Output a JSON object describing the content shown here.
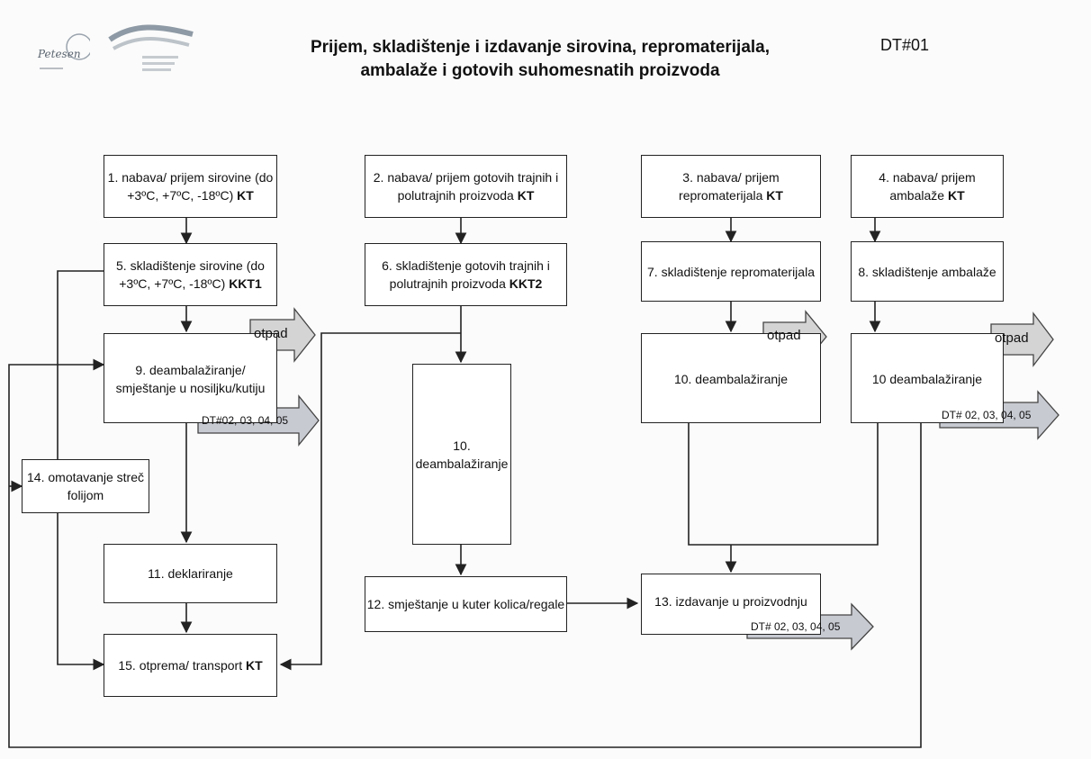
{
  "header": {
    "title_line1": "Prijem, skladištenje i izdavanje sirovina, repromaterijala,",
    "title_line2": "ambalaže i gotovih suhomesnatih proizvoda",
    "doc_id": "DT#01",
    "logo_text": "Petesen"
  },
  "boxes": {
    "b1": {
      "text": "1. nabava/ prijem sirovine (do +3ºC, +7ºC, -18ºC)",
      "tag": "KT"
    },
    "b2": {
      "text": "2. nabava/ prijem gotovih trajnih i polutrajnih proizvoda",
      "tag": "KT"
    },
    "b3": {
      "text": "3. nabava/ prijem repromaterijala",
      "tag": "KT"
    },
    "b4": {
      "text": "4. nabava/ prijem ambalaže",
      "tag": "KT"
    },
    "b5": {
      "text": "5. skladištenje sirovine (do +3ºC, +7ºC, -18ºC)",
      "tag": "KKT1"
    },
    "b6": {
      "text": "6. skladištenje gotovih trajnih i polutrajnih proizvoda",
      "tag": "KKT2"
    },
    "b7": {
      "text": "7. skladištenje repromaterijala"
    },
    "b8": {
      "text": "8. skladištenje ambalaže"
    },
    "b9": {
      "text": "9. deambalažiranje/ smještanje u nosiljku/kutiju"
    },
    "b10a": {
      "text": "10. deambalažiranje"
    },
    "b10b": {
      "text": "10. deambalažiranje"
    },
    "b10c": {
      "text": "10 deambalažiranje"
    },
    "b11": {
      "text": "11. deklariranje"
    },
    "b12": {
      "text": "12. smještanje u kuter kolica/regale"
    },
    "b13": {
      "text": "13. izdavanje u proizvodnju"
    },
    "b14": {
      "text": "14. omotavanje streč folijom"
    },
    "b15": {
      "text": "15. otprema/ transport",
      "tag": "KT"
    }
  },
  "outputs": {
    "otpad1": "otpad",
    "otpad2": "otpad",
    "otpad3": "otpad",
    "dt1": "DT#02, 03, 04, 05",
    "dt2": "DT# 02, 03, 04, 05",
    "dt3": "DT# 02, 03, 04, 05"
  }
}
